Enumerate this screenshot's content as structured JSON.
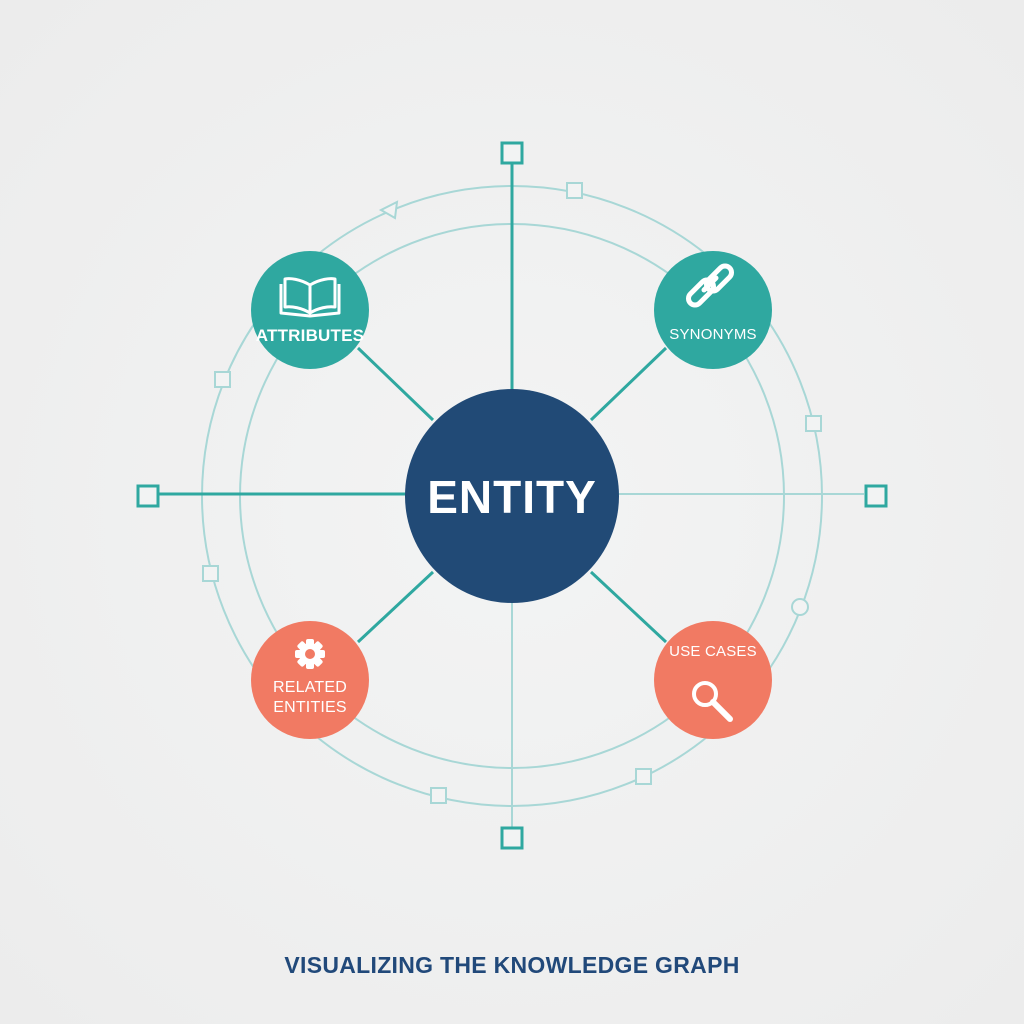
{
  "center": {
    "label": "ENTITY",
    "color": "#214a76"
  },
  "nodes": {
    "attributes": {
      "label": "ATTRIBUTES",
      "icon": "open-book-icon",
      "color": "#2fa8a0"
    },
    "synonyms": {
      "label": "SYNONYMS",
      "icon": "link-icon",
      "color": "#2fa8a0"
    },
    "related": {
      "label_line1": "RELATED",
      "label_line2": "ENTITIES",
      "icon": "gear-icon",
      "color": "#f17a63"
    },
    "use_cases": {
      "label": "USE CASES",
      "icon": "magnifier-icon",
      "color": "#f17a63"
    }
  },
  "caption": "VISUALIZING THE KNOWLEDGE GRAPH",
  "colors": {
    "connector": "#2fa8a0",
    "ring": "#a8d7d6",
    "marker": "#2fa8a0"
  }
}
